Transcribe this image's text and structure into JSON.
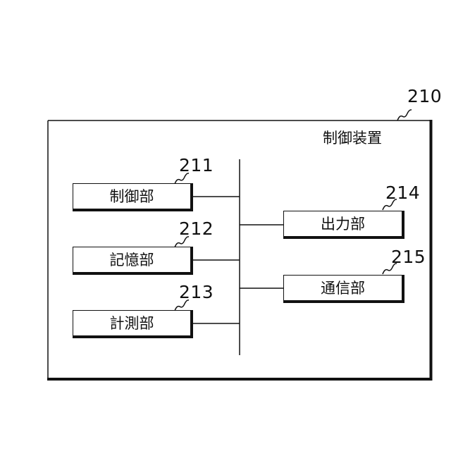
{
  "device": {
    "ref": "210",
    "title": "制御装置"
  },
  "blocks": [
    {
      "ref": "211",
      "label": "制御部"
    },
    {
      "ref": "212",
      "label": "記憶部"
    },
    {
      "ref": "213",
      "label": "計測部"
    },
    {
      "ref": "214",
      "label": "出力部"
    },
    {
      "ref": "215",
      "label": "通信部"
    }
  ]
}
